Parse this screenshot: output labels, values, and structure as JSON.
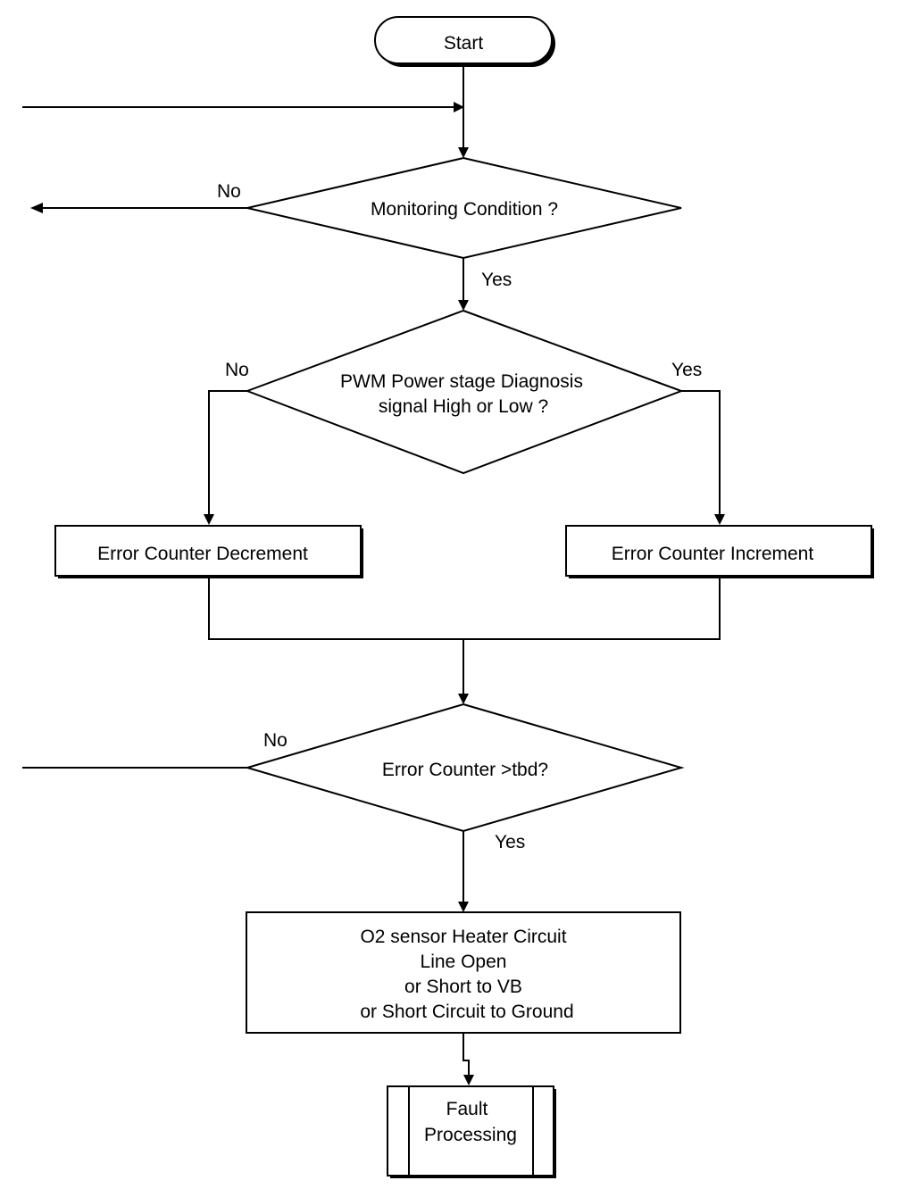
{
  "diagram": {
    "start": "Start",
    "decision_monitoring": "Monitoring Condition ?",
    "decision_pwm": {
      "line1": "PWM Power stage Diagnosis",
      "line2": "signal High or Low ?"
    },
    "box_decrement": "Error Counter Decrement",
    "box_increment": "Error Counter Increment",
    "decision_counter": "Error Counter >tbd?",
    "box_fault_condition": {
      "line1": "O2 sensor Heater Circuit",
      "line2": "Line Open",
      "line3": "or Short to VB",
      "line4": "or Short Circuit to Ground"
    },
    "fault_processing": {
      "line1": "Fault",
      "line2": "Processing"
    },
    "labels": {
      "monitoring_no": "No",
      "monitoring_yes": "Yes",
      "pwm_no": "No",
      "pwm_yes": "Yes",
      "counter_no": "No",
      "counter_yes": "Yes"
    }
  }
}
